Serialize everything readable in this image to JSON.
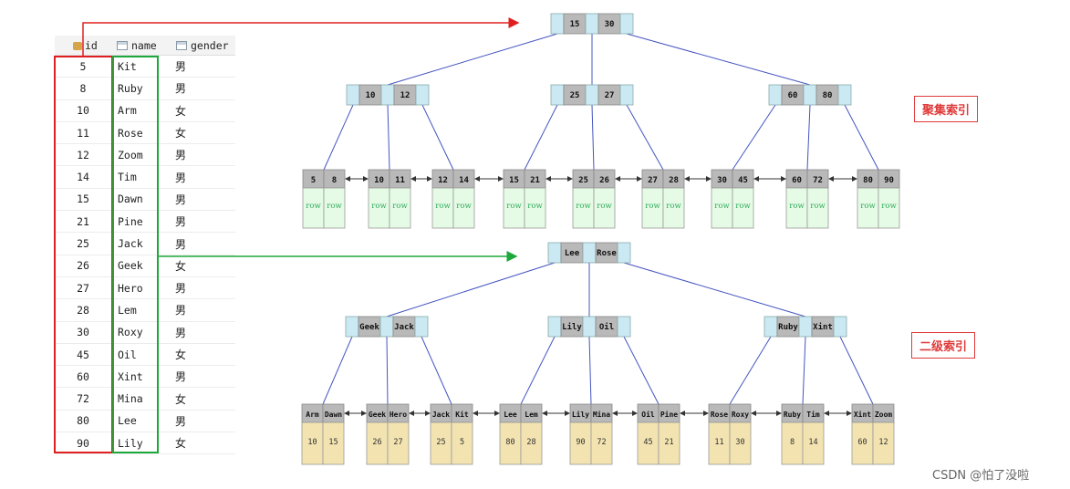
{
  "table": {
    "headers": {
      "id": "id",
      "name": "name",
      "gender": "gender"
    },
    "rows": [
      {
        "id": "5",
        "name": "Kit",
        "gender": "男"
      },
      {
        "id": "8",
        "name": "Ruby",
        "gender": "男"
      },
      {
        "id": "10",
        "name": "Arm",
        "gender": "女"
      },
      {
        "id": "11",
        "name": "Rose",
        "gender": "女"
      },
      {
        "id": "12",
        "name": "Zoom",
        "gender": "男"
      },
      {
        "id": "14",
        "name": "Tim",
        "gender": "男"
      },
      {
        "id": "15",
        "name": "Dawn",
        "gender": "男"
      },
      {
        "id": "21",
        "name": "Pine",
        "gender": "男"
      },
      {
        "id": "25",
        "name": "Jack",
        "gender": "男"
      },
      {
        "id": "26",
        "name": "Geek",
        "gender": "女"
      },
      {
        "id": "27",
        "name": "Hero",
        "gender": "男"
      },
      {
        "id": "28",
        "name": "Lem",
        "gender": "男"
      },
      {
        "id": "30",
        "name": "Roxy",
        "gender": "男"
      },
      {
        "id": "45",
        "name": "Oil",
        "gender": "女"
      },
      {
        "id": "60",
        "name": "Xint",
        "gender": "男"
      },
      {
        "id": "72",
        "name": "Mina",
        "gender": "女"
      },
      {
        "id": "80",
        "name": "Lee",
        "gender": "男"
      },
      {
        "id": "90",
        "name": "Lily",
        "gender": "女"
      }
    ]
  },
  "labels": {
    "clustered": "聚集索引",
    "secondary": "二级索引"
  },
  "watermark": "CSDN @怕了没啦",
  "clustered": {
    "root": [
      "15",
      "30"
    ],
    "internal": [
      [
        "10",
        "12"
      ],
      [
        "25",
        "27"
      ],
      [
        "60",
        "80"
      ]
    ],
    "leaves": [
      [
        "5",
        "8"
      ],
      [
        "10",
        "11"
      ],
      [
        "12",
        "14"
      ],
      [
        "15",
        "21"
      ],
      [
        "25",
        "26"
      ],
      [
        "27",
        "28"
      ],
      [
        "30",
        "45"
      ],
      [
        "60",
        "72"
      ],
      [
        "80",
        "90"
      ]
    ],
    "row_text": "row"
  },
  "secondary": {
    "root": [
      "Lee",
      "Rose"
    ],
    "internal": [
      [
        "Geek",
        "Jack"
      ],
      [
        "Lily",
        "Oil"
      ],
      [
        "Ruby",
        "Xint"
      ]
    ],
    "leaves": [
      {
        "keys": [
          "Arm",
          "Dawn"
        ],
        "ids": [
          "10",
          "15"
        ]
      },
      {
        "keys": [
          "Geek",
          "Hero"
        ],
        "ids": [
          "26",
          "27"
        ]
      },
      {
        "keys": [
          "Jack",
          "Kit"
        ],
        "ids": [
          "25",
          "5"
        ]
      },
      {
        "keys": [
          "Lee",
          "Lem"
        ],
        "ids": [
          "80",
          "28"
        ]
      },
      {
        "keys": [
          "Lily",
          "Mina"
        ],
        "ids": [
          "90",
          "72"
        ]
      },
      {
        "keys": [
          "Oil",
          "Pine"
        ],
        "ids": [
          "45",
          "21"
        ]
      },
      {
        "keys": [
          "Rose",
          "Roxy"
        ],
        "ids": [
          "11",
          "30"
        ]
      },
      {
        "keys": [
          "Ruby",
          "Tim"
        ],
        "ids": [
          "8",
          "14"
        ]
      },
      {
        "keys": [
          "Xint",
          "Zoom"
        ],
        "ids": [
          "60",
          "12"
        ]
      }
    ]
  },
  "colors": {
    "key_gray": "#b9b9b9",
    "ptr_blue": "#cbe9f2",
    "row_green": "#e6fbe6",
    "row_text": "#2eaa5a",
    "data_yellow": "#f2e3b0",
    "edge": "#4455c0",
    "red": "#e02020",
    "green": "#1ea83c"
  }
}
